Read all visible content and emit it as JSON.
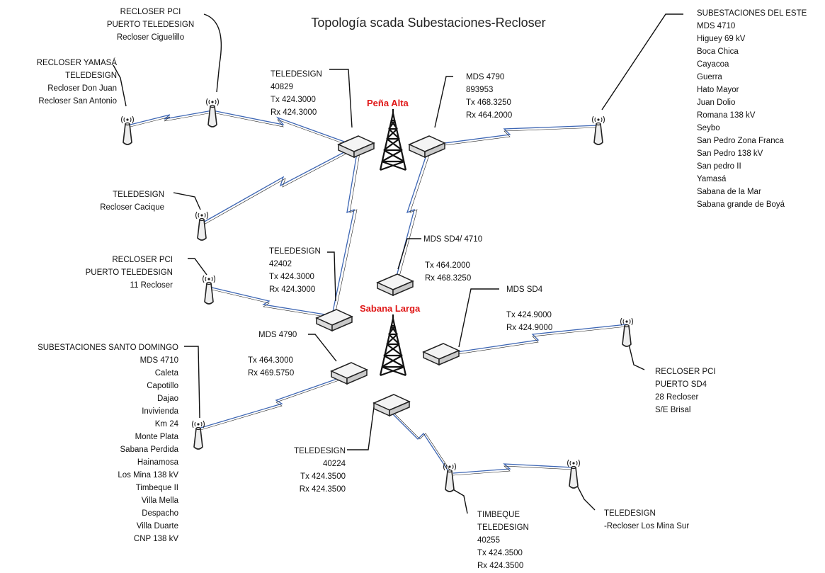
{
  "title": "Topología scada Subestaciones-Recloser",
  "sites": {
    "pena_alta": "Peña Alta",
    "sabana_larga": "Sabana Larga"
  },
  "labels": {
    "recloser_pci_top": [
      "RECLOSER PCI",
      "PUERTO TELEDESIGN",
      "Recloser Ciguelillo"
    ],
    "recloser_yamasa": [
      "RECLOSER YAMASÁ",
      "TELEDESIGN",
      "Recloser Don Juan",
      "Recloser San Antonio"
    ],
    "teledesign_40829": [
      "TELEDESIGN",
      "40829",
      "Tx 424.3000",
      "Rx 424.3000"
    ],
    "mds_4790_top": [
      "MDS 4790",
      "893953",
      "Tx 468.3250",
      "Rx 464.2000"
    ],
    "subestaciones_este": [
      "SUBESTACIONES DEL ESTE",
      "MDS 4710",
      "Higuey 69 kV",
      "Boca Chica",
      "Cayacoa",
      "Guerra",
      "Hato Mayor",
      "Juan Dolio",
      "Romana 138 kV",
      "Seybo",
      "San Pedro Zona Franca",
      "San Pedro 138 kV",
      "San pedro II",
      "Yamasá",
      "Sabana de la Mar",
      "Sabana grande de Boyá"
    ],
    "teledesign_cacique": [
      "TELEDESIGN",
      "Recloser Cacique"
    ],
    "mds_sd4_4710": [
      "MDS SD4/ 4710"
    ],
    "recloser_pci_11": [
      "RECLOSER PCI",
      "PUERTO TELEDESIGN",
      "11 Recloser"
    ],
    "teledesign_42402": [
      "TELEDESIGN",
      "42402",
      "Tx 424.3000",
      "Rx 424.3000"
    ],
    "tx_464": [
      "Tx 464.2000",
      "Rx 468.3250"
    ],
    "mds_sd4": [
      "MDS SD4"
    ],
    "mds_sd4_freq": [
      "Tx 424.9000",
      "Rx 424.9000"
    ],
    "mds_4790_bottom": [
      "MDS 4790"
    ],
    "mds_4790_bottom_freq": [
      "Tx 464.3000",
      "Rx 469.5750"
    ],
    "subestaciones_sd": [
      "SUBESTACIONES SANTO DOMINGO",
      "MDS 4710",
      "Caleta",
      "Capotillo",
      "Dajao",
      "Invivienda",
      "Km 24",
      "Monte Plata",
      "Sabana Perdida",
      "Hainamosa",
      "Los Mina 138 kV",
      "Timbeque II",
      "Villa Mella",
      "Despacho",
      "Villa Duarte",
      "CNP 138 kV"
    ],
    "recloser_pci_sd4": [
      "RECLOSER PCI",
      "PUERTO SD4",
      "28 Recloser",
      "S/E Brisal"
    ],
    "teledesign_40224": [
      "TELEDESIGN",
      "40224",
      "Tx 424.3500",
      "Rx 424.3500"
    ],
    "timbeque": [
      "TIMBEQUE",
      "TELEDESIGN",
      "40255",
      "Tx 424.3500",
      "Rx 424.3500"
    ],
    "teledesign_los_mina": [
      "TELEDESIGN",
      "-Recloser Los Mina Sur"
    ]
  },
  "colors": {
    "link": "#3d66b4",
    "site": "#e01818"
  }
}
